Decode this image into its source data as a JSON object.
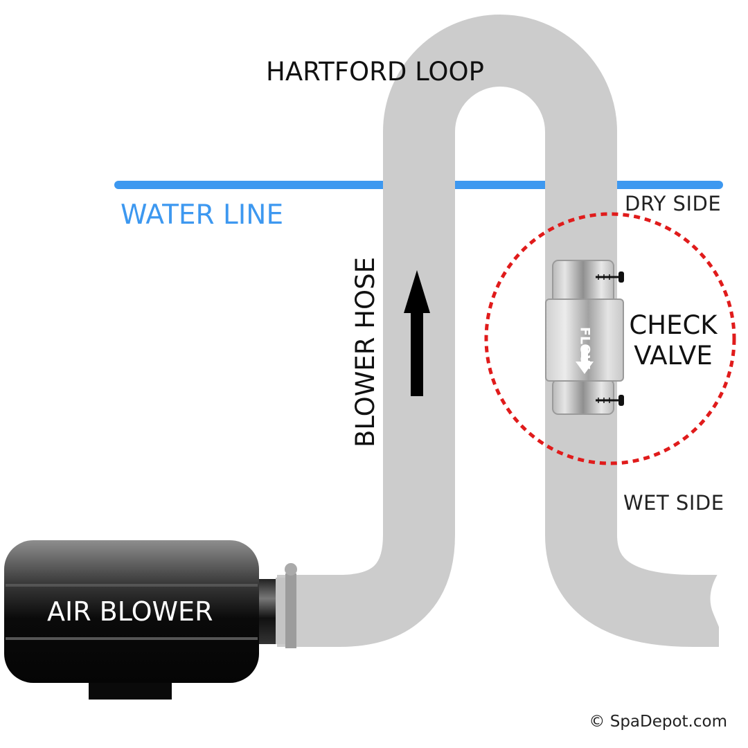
{
  "labels": {
    "hartford_loop": "HARTFORD LOOP",
    "water_line": "WATER LINE",
    "dry_side": "DRY SIDE",
    "wet_side": "WET SIDE",
    "blower_hose": "BLOWER HOSE",
    "check_valve_line1": "CHECK",
    "check_valve_line2": "VALVE",
    "air_blower": "AIR BLOWER",
    "flow": "FLOW",
    "copyright": "© SpaDepot.com"
  },
  "colors": {
    "pipe": "#cccccc",
    "water_line": "#3d98f0",
    "highlight_circle": "#e01b1b",
    "blower_body": "#111111",
    "arrow": "#000000"
  },
  "icons": {
    "flow_direction": "arrow-up-icon",
    "valve_flow": "arrow-down-icon",
    "screw": "screw-icon"
  }
}
